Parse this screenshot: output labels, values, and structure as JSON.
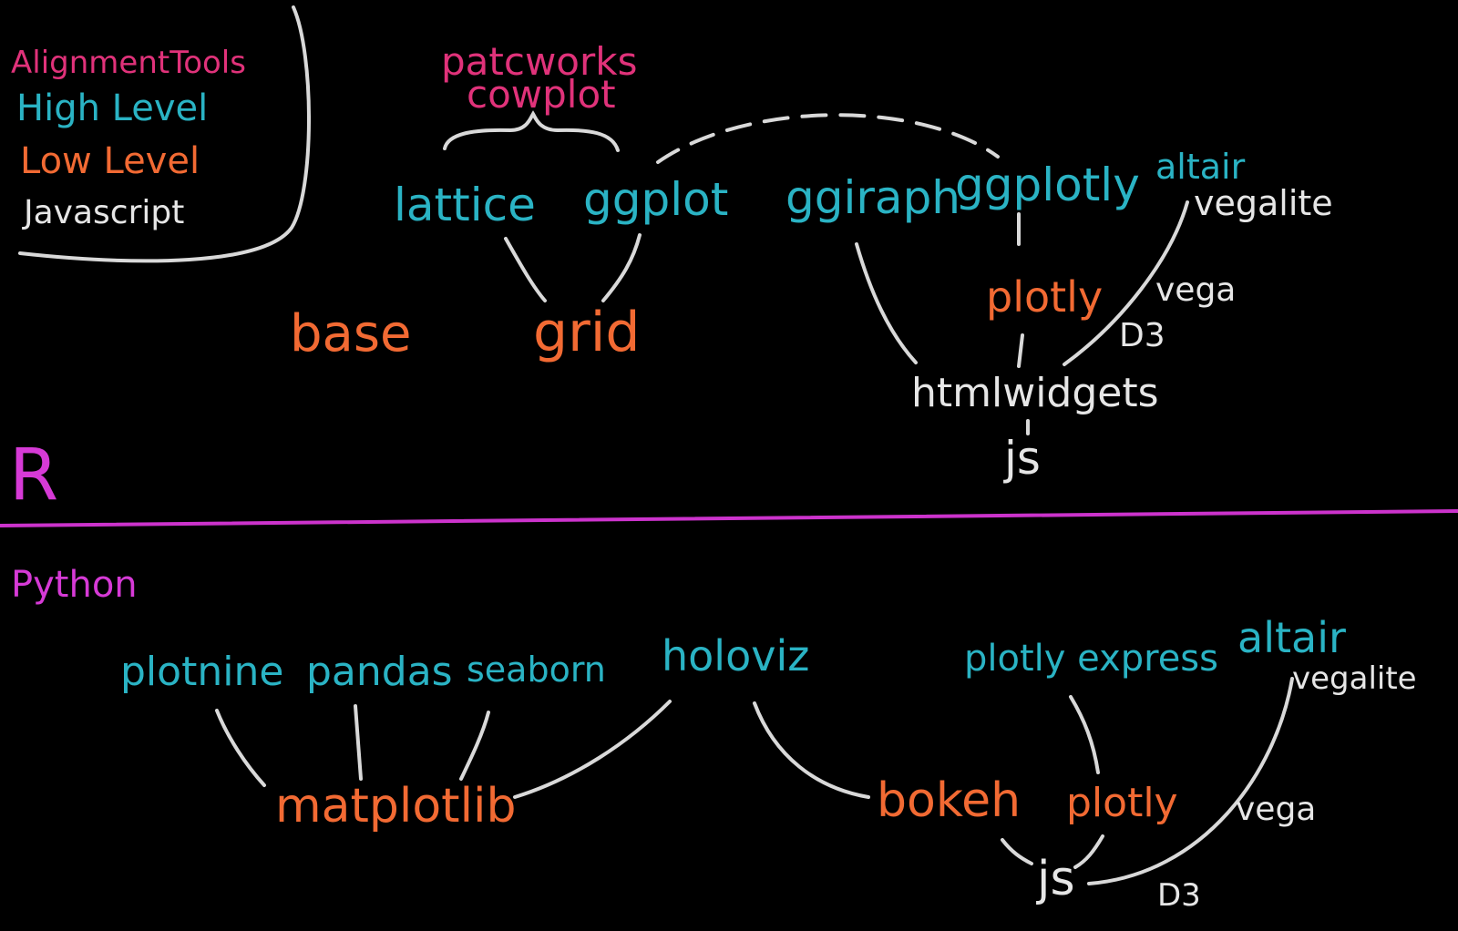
{
  "colors": {
    "background": "#000000",
    "alignment": "#e0327a",
    "high_level": "#2ab3c4",
    "low_level": "#f26a33",
    "javascript": "#e6e6e6",
    "section_line": "#cc33cc",
    "section_label": "#d63ad6"
  },
  "legend": {
    "alignment": "AlignmentTools",
    "high": "High Level",
    "low": "Low Level",
    "js": "Javascript"
  },
  "sections": {
    "r": "R",
    "python": "Python"
  },
  "r_nodes": {
    "patcworks": "patcworks",
    "cowplot": "cowplot",
    "lattice": "lattice",
    "ggplot": "ggplot",
    "ggiraph": "ggiraph",
    "ggplotly": "ggplotly",
    "altair": "altair",
    "vegalite": "vegalite",
    "base": "base",
    "grid": "grid",
    "plotly": "plotly",
    "vega": "vega",
    "d3": "D3",
    "htmlwidgets": "htmlwidgets",
    "js": "js"
  },
  "py_nodes": {
    "plotnine": "plotnine",
    "pandas": "pandas",
    "seaborn": "seaborn",
    "holoviz": "holoviz",
    "plotly_express": "plotly express",
    "altair": "altair",
    "vegalite": "vegalite",
    "matplotlib": "matplotlib",
    "bokeh": "bokeh",
    "plotly": "plotly",
    "vega": "vega",
    "js": "js",
    "d3": "D3"
  }
}
